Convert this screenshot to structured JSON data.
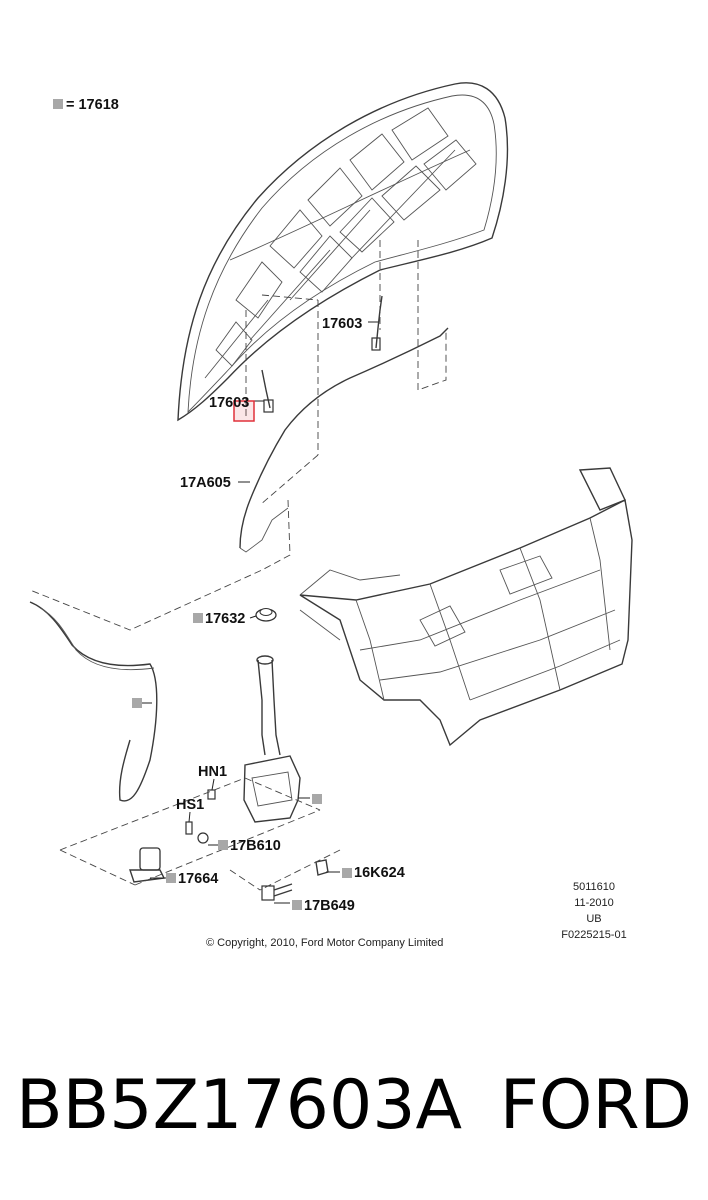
{
  "legend": {
    "symbol_label": "= 17618"
  },
  "callouts": {
    "hood_cable_right": "17603",
    "hood_cable_left": "17603",
    "hose": "17A605",
    "cap": "17632",
    "nut": "HN1",
    "screw": "HS1",
    "grommet": "17B610",
    "pump": "17664",
    "washer": "16K624",
    "bolt": "17B649"
  },
  "reference": {
    "line1": "5011610",
    "line2": "11-2010",
    "line3": "UB",
    "line4": "F0225215-01"
  },
  "copyright": "© Copyright, 2010, Ford Motor Company Limited",
  "footer": {
    "part_number": "BB5Z17603A",
    "brand": "FORD"
  },
  "colors": {
    "highlight": "#e0303a",
    "symbol": "#a8a8a8"
  }
}
